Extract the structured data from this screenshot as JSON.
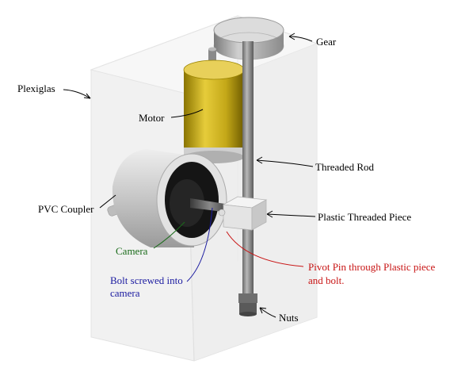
{
  "labels": {
    "gear": "Gear",
    "plexiglas": "Plexiglas",
    "motor": "Motor",
    "threaded_rod": "Threaded Rod",
    "pvc_coupler": "PVC Coupler",
    "plastic_threaded_piece": "Plastic Threaded Piece",
    "camera": "Camera",
    "bolt_line1": "Bolt screwed into",
    "bolt_line2": "camera",
    "pivot_line1": "Pivot Pin through Plastic piece",
    "pivot_line2": "and bolt.",
    "nuts": "Nuts"
  },
  "colors": {
    "camera_label": "#1a6b1a",
    "bolt_label": "#1a1aa0",
    "pivot_label": "#c81414",
    "default_label": "#000000"
  }
}
